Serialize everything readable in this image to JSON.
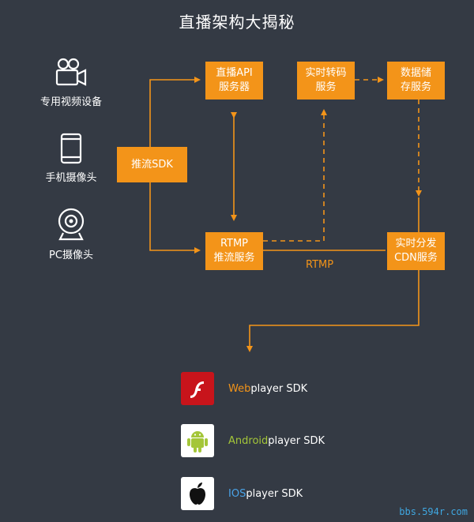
{
  "title": "直播架构大揭秘",
  "sources": [
    {
      "label": "专用视频设备",
      "icon": "video-camera-icon"
    },
    {
      "label": "手机摄像头",
      "icon": "smartphone-icon"
    },
    {
      "label": "PC摄像头",
      "icon": "webcam-icon"
    }
  ],
  "nodes": {
    "push_sdk": "推流SDK",
    "api_server": "直播API\n服务器",
    "transcode": "实时转码\n服务",
    "storage": "数据储\n存服务",
    "rtmp_push": "RTMP\n推流服务",
    "cdn": "实时分发\nCDN服务"
  },
  "edge_label": "RTMP",
  "players": [
    {
      "highlight": "Web",
      "rest": "player SDK",
      "icon": "flash-icon"
    },
    {
      "highlight": "Android",
      "rest": "player SDK",
      "icon": "android-icon"
    },
    {
      "highlight": "IOS",
      "rest": "player SDK",
      "icon": "apple-icon"
    }
  ],
  "watermark": "bbs.594r.com",
  "colors": {
    "accent": "#f39419",
    "background": "#343a44",
    "android": "#a4c639"
  }
}
